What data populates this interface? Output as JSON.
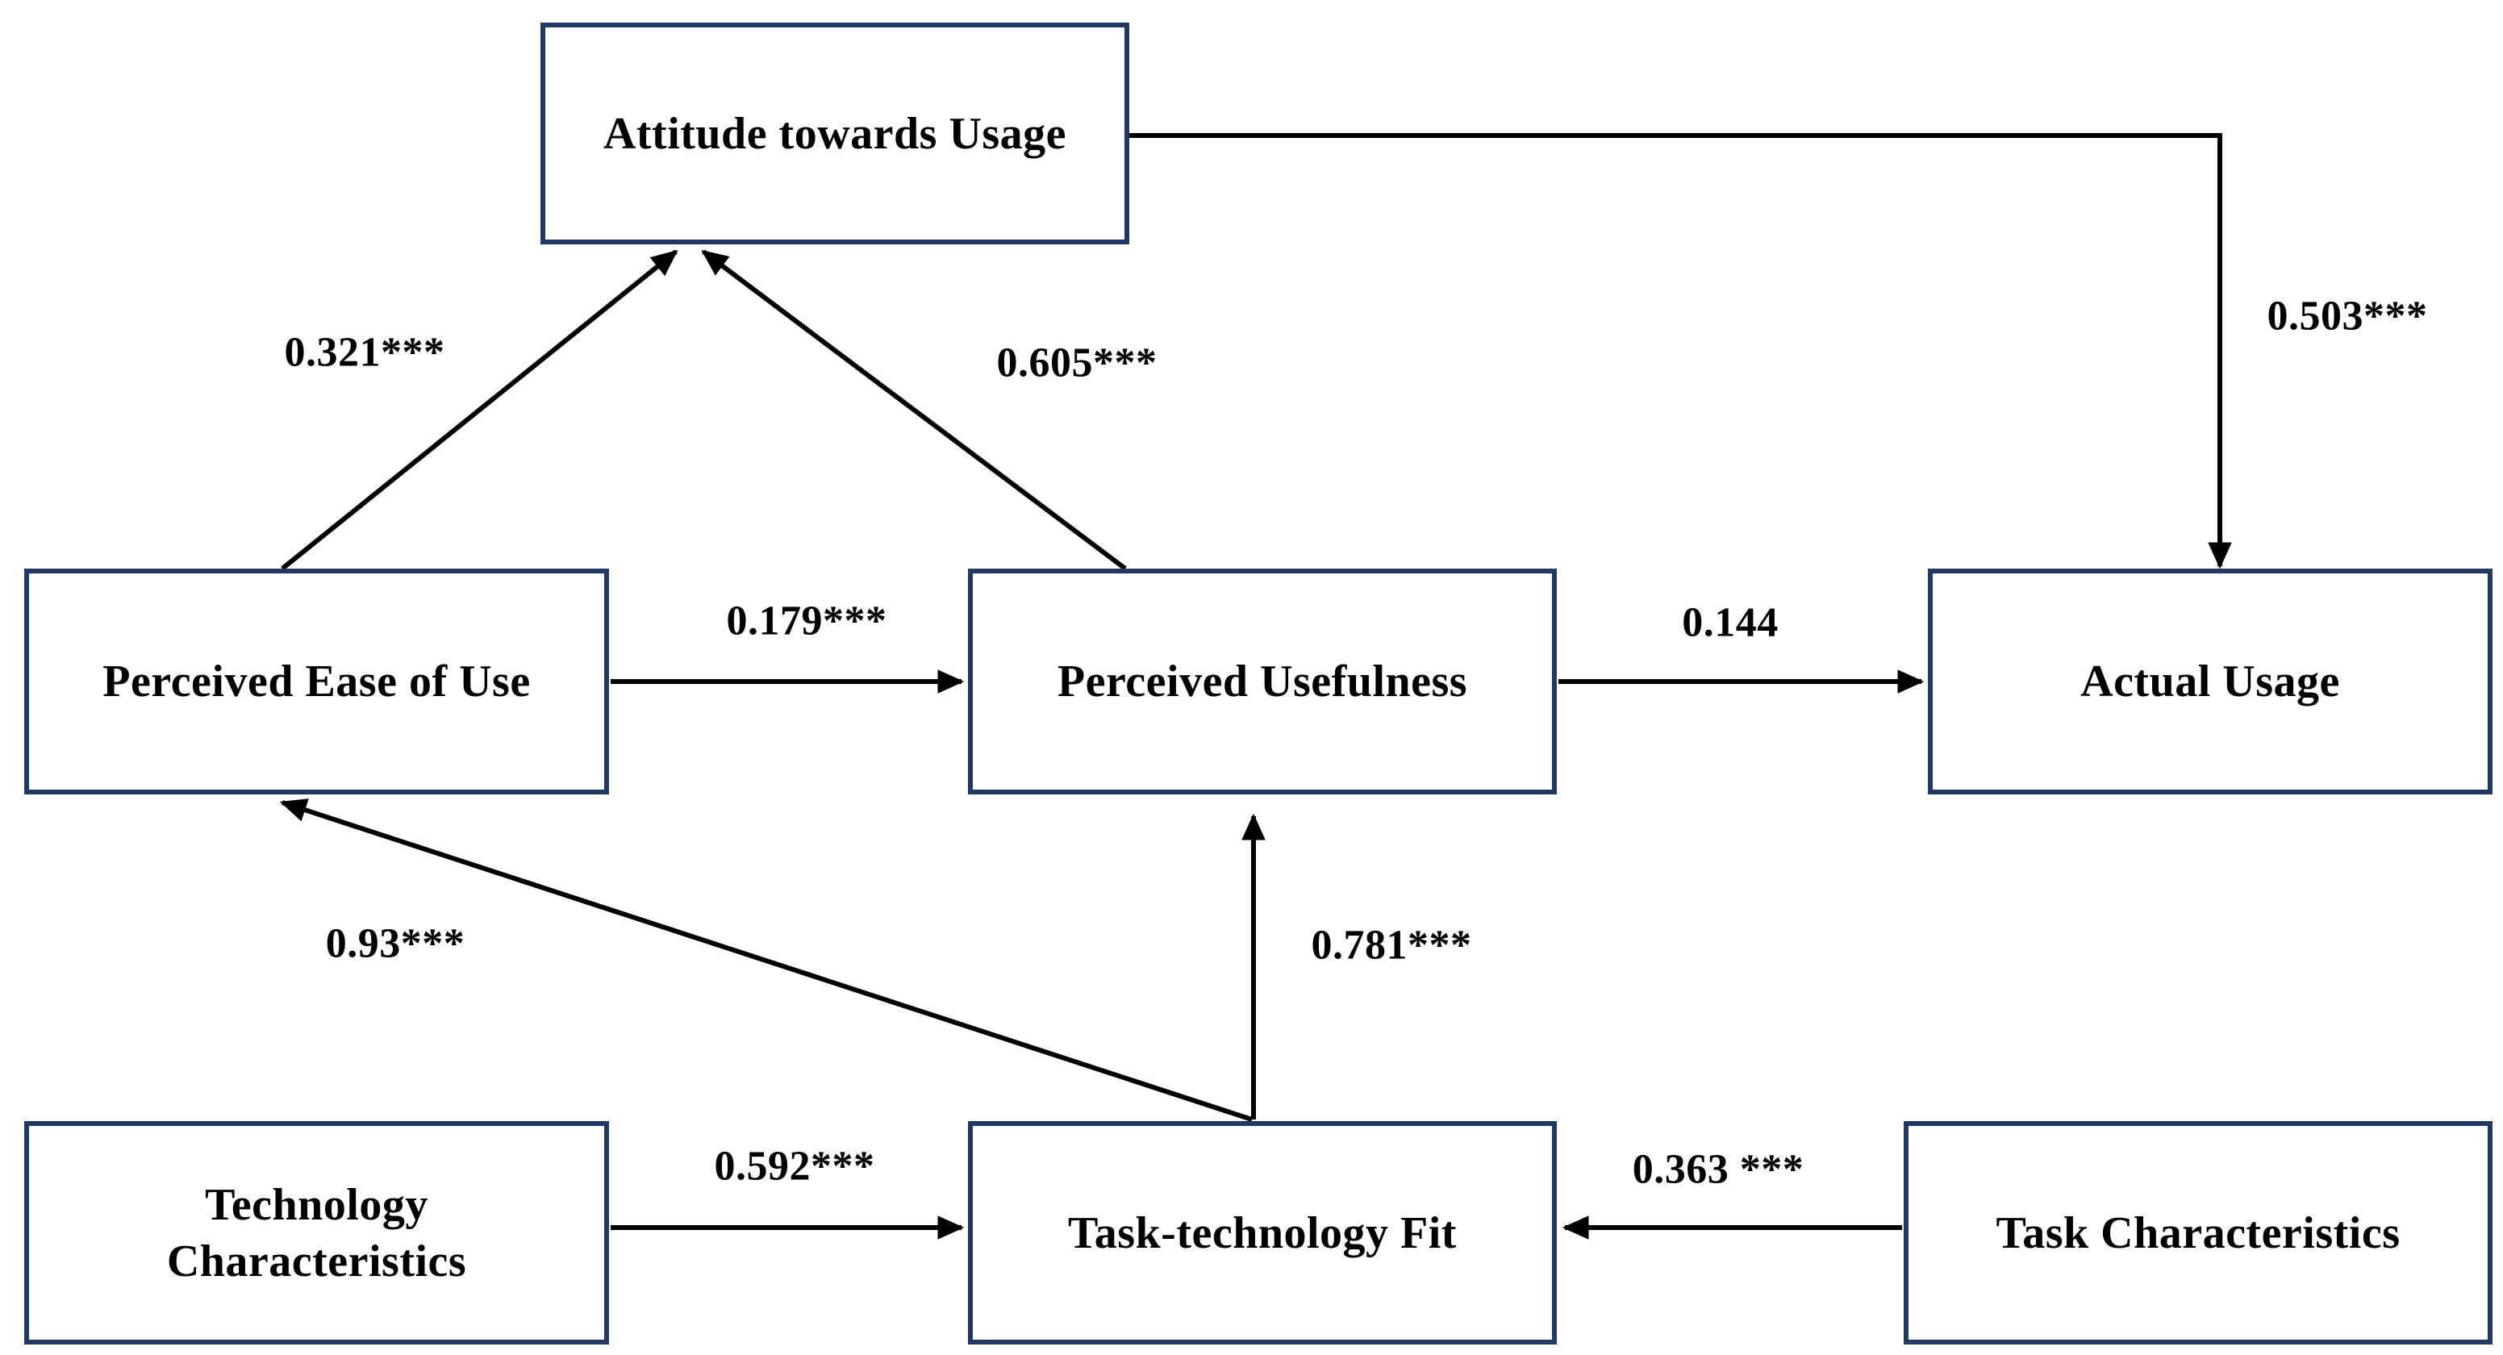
{
  "diagram_type": "path-model",
  "colors": {
    "background": "#ffffff",
    "box_border": "#1f3864",
    "box_fill": "#ffffff",
    "arrow": "#000000",
    "text": "#000000"
  },
  "nodes": [
    {
      "id": "attitude",
      "label": "Attitude towards Usage"
    },
    {
      "id": "peou",
      "label": "Perceived Ease of Use"
    },
    {
      "id": "pu",
      "label": "Perceived Usefulness"
    },
    {
      "id": "au",
      "label": "Actual Usage"
    },
    {
      "id": "techchar",
      "label": "Technology Characteristics"
    },
    {
      "id": "ttf",
      "label": "Task-technology Fit"
    },
    {
      "id": "taskchar",
      "label": "Task Characteristics"
    }
  ],
  "edges": [
    {
      "from": "peou",
      "to": "attitude",
      "label": "0.321***"
    },
    {
      "from": "pu",
      "to": "attitude",
      "label": "0.605***"
    },
    {
      "from": "attitude",
      "to": "au",
      "label": "0.503***"
    },
    {
      "from": "peou",
      "to": "pu",
      "label": "0.179***"
    },
    {
      "from": "pu",
      "to": "au",
      "label": "0.144"
    },
    {
      "from": "ttf",
      "to": "peou",
      "label": "0.93***"
    },
    {
      "from": "ttf",
      "to": "pu",
      "label": "0.781***"
    },
    {
      "from": "techchar",
      "to": "ttf",
      "label": "0.592***"
    },
    {
      "from": "taskchar",
      "to": "ttf",
      "label": "0.363 ***"
    }
  ]
}
